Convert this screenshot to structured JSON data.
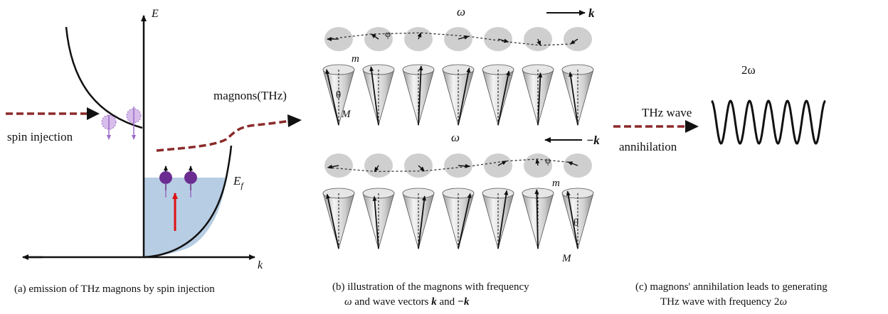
{
  "panel_a": {
    "axis_e": "E",
    "axis_k": "k",
    "spin_injection": "spin injection",
    "magnons_label": "magnons(THz)",
    "fermi_label": "E",
    "fermi_sub": "f",
    "caption": "(a) emission of THz magnons by spin injection"
  },
  "panel_b": {
    "top_omega": "ω",
    "top_k": "k",
    "phi_top": "φ",
    "m_top": "m",
    "theta_top": "θ",
    "M_top": "M",
    "bottom_omega": "ω",
    "bottom_k": "−k",
    "phi_bottom": "φ",
    "m_bottom": "m",
    "theta_bottom": "θ",
    "M_bottom": "M",
    "caption_line1": "(b) illustration of the magnons with frequency",
    "caption_line2_a": "ω",
    "caption_line2_b": " and wave vectors ",
    "caption_line2_c": "k",
    "caption_line2_d": " and ",
    "caption_line2_e": "−k"
  },
  "panel_c": {
    "freq_label": "2ω",
    "thz_wave": "THz wave",
    "annihilation": "annihilation",
    "caption_line1": "(c) magnons' annihilation leads to generating",
    "caption_line2_a": "THz wave with frequency 2",
    "caption_line2_b": "ω"
  },
  "colors": {
    "dashed_arrow": "#8b2a2a",
    "fermi_fill": "#b7cde3",
    "spin_particle": "#6b2c91",
    "spin_faded": "#c9a8e0",
    "red_arrow": "#e01010",
    "sphere": "#cfcfcf",
    "cone": "#d8d8d8"
  }
}
